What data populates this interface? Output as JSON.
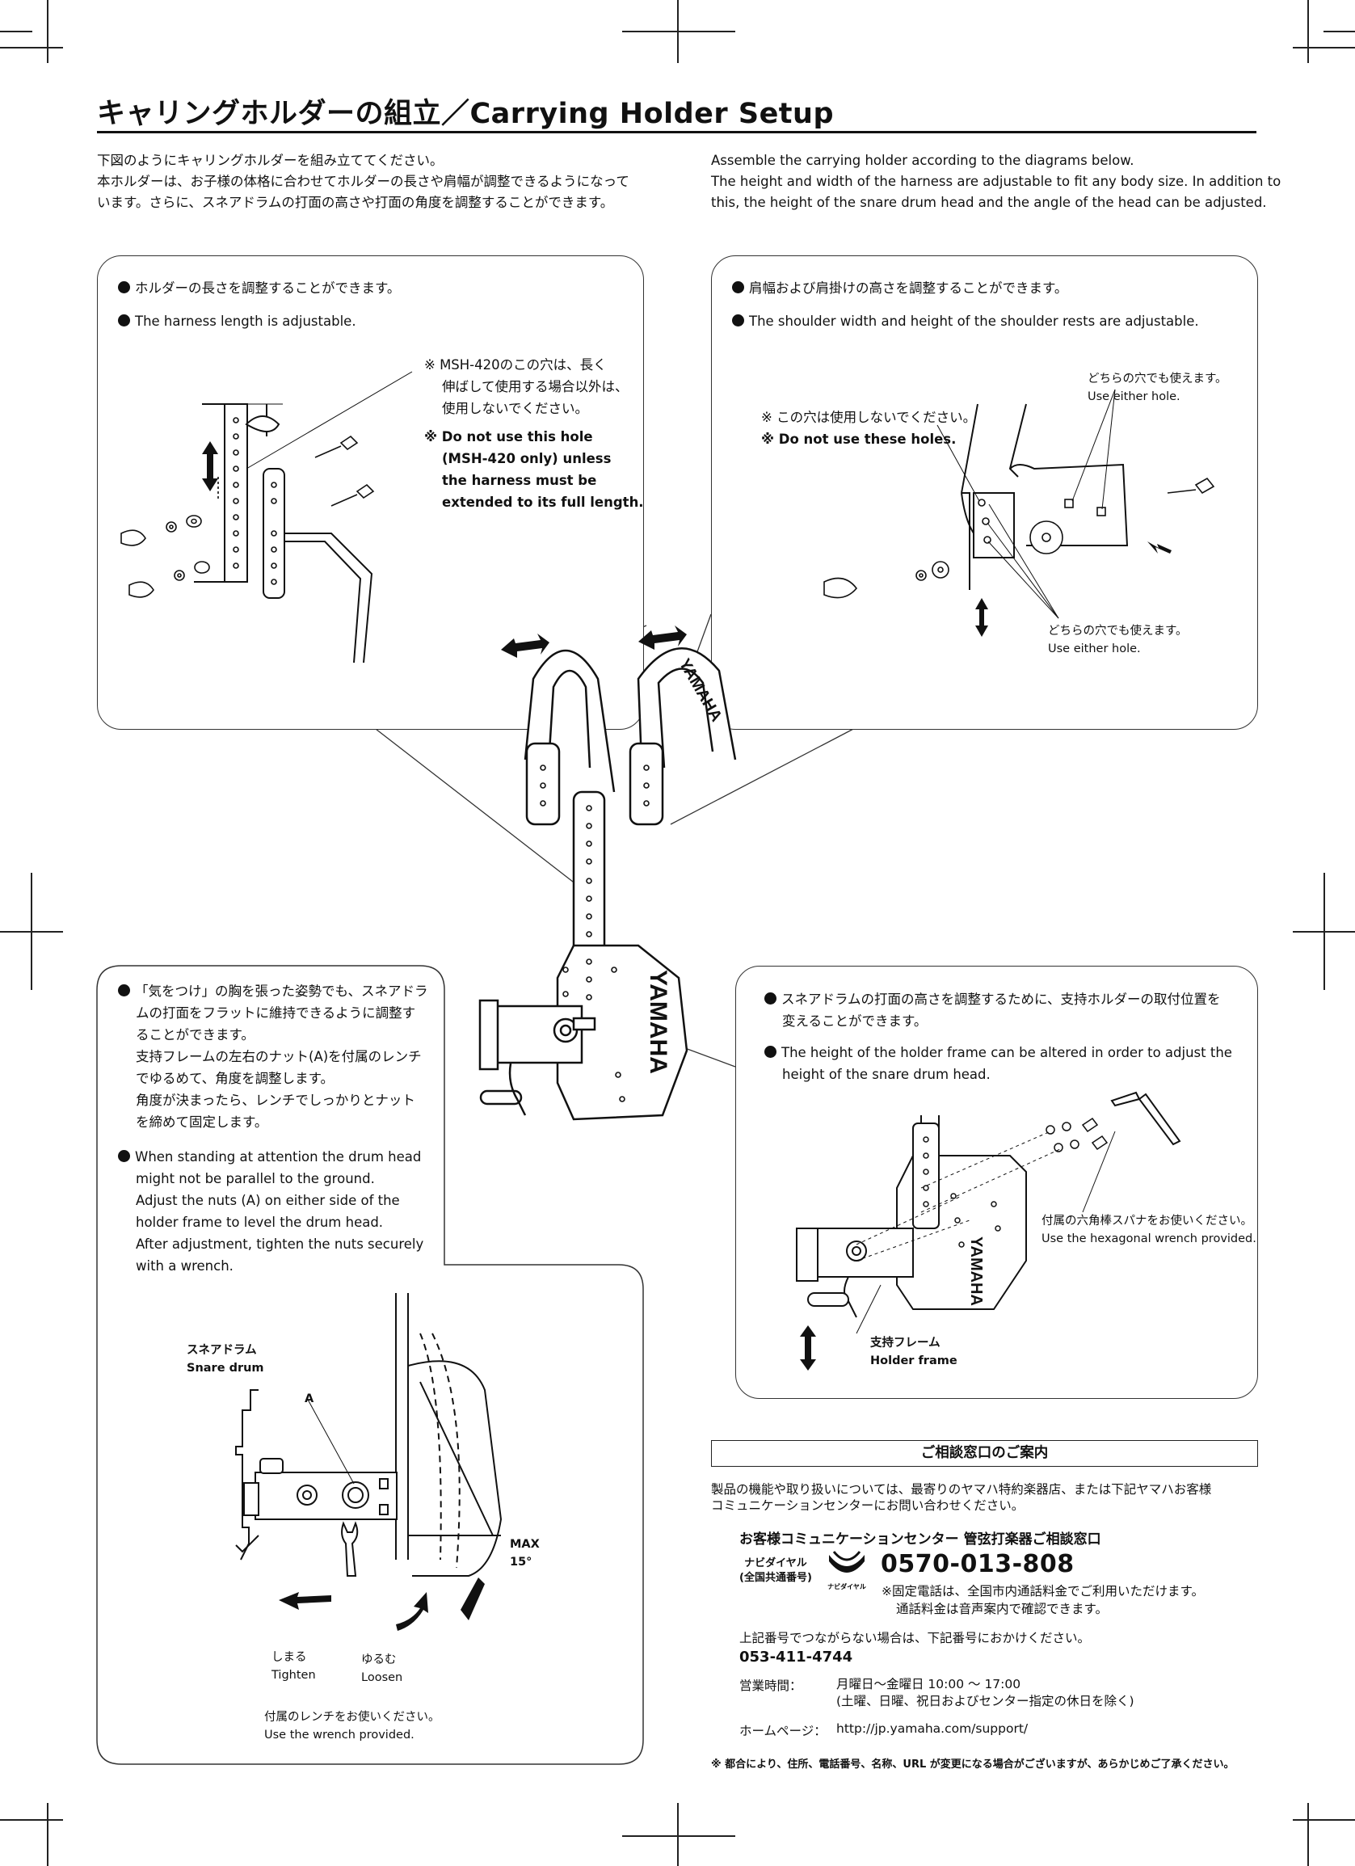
{
  "header": {
    "title": "キャリングホルダーの組立／Carrying Holder Setup"
  },
  "intro": {
    "ja": [
      "下図のようにキャリングホルダーを組み立ててください。",
      "本ホルダーは、お子様の体格に合わせてホルダーの長さや肩幅が調整できるようになって",
      "います。さらに、スネアドラムの打面の高さや打面の角度を調整することができます。"
    ],
    "en": [
      "Assemble the carrying holder according to the diagrams below.",
      "The height and width of the harness are adjustable to fit any body size. In addition to",
      "this, the height of the snare drum head and the angle of the head can be adjusted."
    ]
  },
  "panel_harness": {
    "bullet_ja": "ホルダーの長さを調整することができます。",
    "bullet_en": "The harness length is adjustable.",
    "note_ja": [
      "※ MSH-420のこの穴は、長く",
      "伸ばして使用する場合以外は、",
      "使用しないでください。"
    ],
    "note_en": [
      "※ Do not use this hole",
      "(MSH-420 only) unless",
      "the harness must be",
      "extended to its full length."
    ]
  },
  "panel_shoulder": {
    "bullet_ja": "肩幅および肩掛けの高さを調整することができます。",
    "bullet_en": "The shoulder width and height of the shoulder rests are adjustable.",
    "either_hole_ja": "どちらの穴でも使えます。",
    "either_hole_en": "Use either hole.",
    "no_use_ja": "※ この穴は使用しないでください。",
    "no_use_en": "※ Do not use these holes.",
    "either_hole2_ja": "どちらの穴でも使えます。",
    "either_hole2_en": "Use either hole."
  },
  "panel_angle": {
    "bullet_ja": [
      "「気をつけ」の胸を張った姿勢でも、スネアドラ",
      "ムの打面をフラットに維持できるように調整す",
      "ることができます。",
      "支持フレームの左右のナット(A)を付属のレンチ",
      "でゆるめて、角度を調整します。",
      "角度が決まったら、レンチでしっかりとナット",
      "を締めて固定します。"
    ],
    "bullet_en": [
      "When standing at attention the drum head",
      "might not be parallel to the ground.",
      "Adjust the nuts (A) on either side of the",
      "holder frame to level the drum head.",
      "After adjustment, tighten the nuts securely",
      "with a wrench."
    ],
    "snare_ja": "スネアドラム",
    "snare_en": "Snare drum",
    "label_a": "A",
    "max_label": "MAX",
    "max_angle": "15°",
    "tighten_ja": "しまる",
    "tighten_en": "Tighten",
    "loosen_ja": "ゆるむ",
    "loosen_en": "Loosen",
    "wrench_ja": "付属のレンチをお使いください。",
    "wrench_en": "Use the wrench provided."
  },
  "panel_height": {
    "bullet_ja": [
      "スネアドラムの打面の高さを調整するために、支持ホルダーの取付位置を",
      "変えることができます。"
    ],
    "bullet_en": [
      "The height of the holder frame can be altered in order to adjust the",
      "height of the snare drum head."
    ],
    "hex_ja": "付属の六角棒スパナをお使いください。",
    "hex_en": "Use the hexagonal wrench provided.",
    "frame_ja": "支持フレーム",
    "frame_en": "Holder frame"
  },
  "center": {
    "brand": "YAMAHA"
  },
  "contact": {
    "box_title": "ご相談窓口のご案内",
    "intro": [
      "製品の機能や取り扱いについては、最寄りのヤマハ特約楽器店、または下記ヤマハお客様",
      "コミュニケーションセンターにお問い合わせください。"
    ],
    "center_name": "お客様コミュニケーションセンター 管弦打楽器ご相談窓口",
    "navidial_label": [
      "ナビダイヤル",
      "(全国共通番号)"
    ],
    "navidial_logo_text": "ナビダイヤル",
    "phone": "0570-013-808",
    "phone_note": [
      "※固定電話は、全国市内通話料金でご利用いただけます。",
      "通話料金は音声案内で確認できます。"
    ],
    "alt_intro": "上記番号でつながらない場合は、下記番号におかけください。",
    "alt_phone": "053-411-4744",
    "hours_label": "営業時間：",
    "hours": [
      "月曜日～金曜日 10:00 ～ 17:00",
      "(土曜、日曜、祝日およびセンター指定の休日を除く)"
    ],
    "web_label": "ホームページ：",
    "web_url": "http://jp.yamaha.com/support/",
    "footnote": "※ 都合により、住所、電話番号、名称、URL が変更になる場合がございますが、あらかじめご了承ください。"
  }
}
